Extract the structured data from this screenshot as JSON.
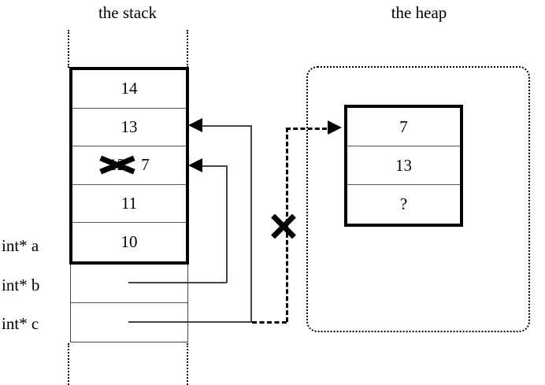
{
  "titles": {
    "stack": "the stack",
    "heap": "the heap"
  },
  "stack": {
    "main_cells": [
      {
        "value": "14"
      },
      {
        "value": "13"
      },
      {
        "value": "12",
        "struck": true,
        "new_value": "7"
      },
      {
        "value": "11"
      },
      {
        "value": "10"
      }
    ],
    "pointer_cells": [
      {
        "label": "int* b",
        "value": ""
      },
      {
        "label": "int* c",
        "value": ""
      }
    ],
    "labels": {
      "a": "int* a",
      "b": "int* b",
      "c": "int* c"
    }
  },
  "heap": {
    "cells": [
      {
        "value": "7"
      },
      {
        "value": "13"
      },
      {
        "value": "?"
      }
    ]
  },
  "annotations": {
    "struck_stack_value": "12",
    "replacement_stack_value": "7",
    "invalidated_pointer_mark": "X",
    "struck_cell_mark": "X"
  },
  "colors": {
    "ink": "#000000",
    "background": "#ffffff",
    "thin_line": "#555555"
  }
}
